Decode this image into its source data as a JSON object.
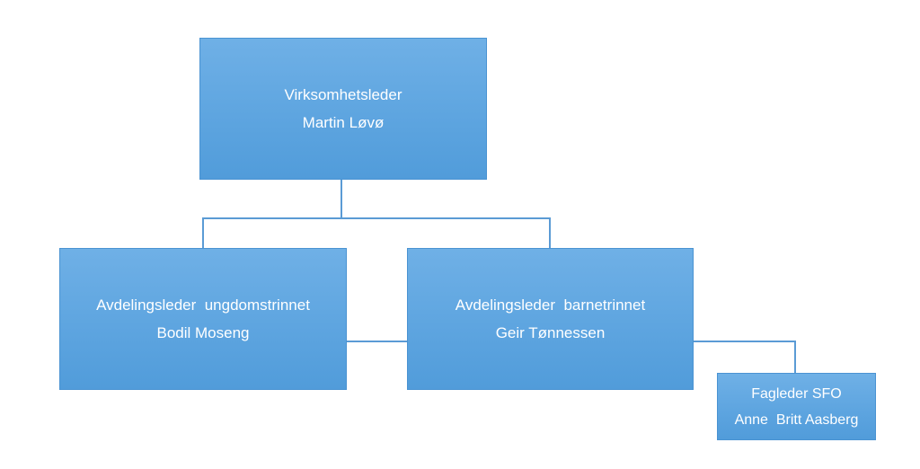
{
  "org_chart": {
    "director": {
      "title": "Virksomhetsleder",
      "name": "Martin Løvø"
    },
    "youth_department": {
      "title": "Avdelingsleder  ungdomstrinnet",
      "name": "Bodil Moseng"
    },
    "primary_department": {
      "title": "Avdelingsleder  barnetrinnet",
      "name": "Geir Tønnessen"
    },
    "sfo": {
      "title": "Fagleder SFO",
      "name": "Anne  Britt Aasberg"
    }
  },
  "colors": {
    "box_fill": "#5ea5e0",
    "box_border": "#4a93d2",
    "connector": "#5b9bd5",
    "text": "#ffffff"
  }
}
